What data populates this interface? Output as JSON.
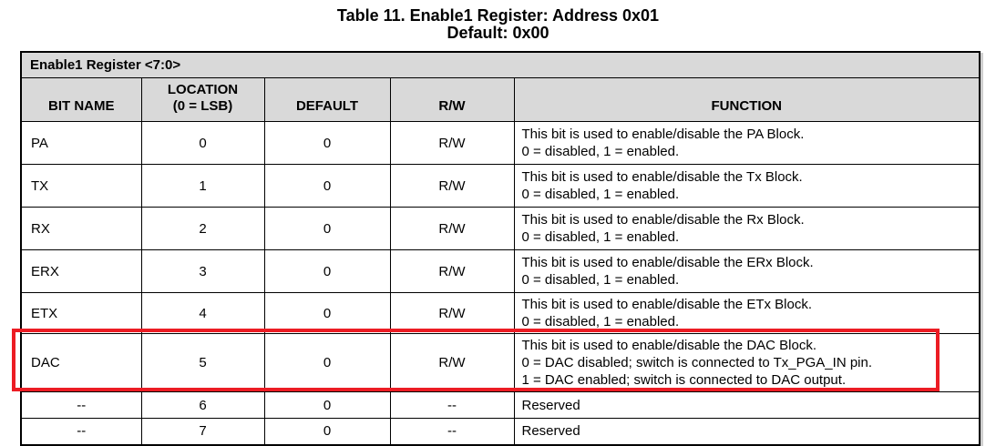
{
  "page": {
    "title_line1": "Table 11. Enable1 Register: Address 0x01",
    "title_line2": "Default: 0x00"
  },
  "colors": {
    "header_background": "#d9d9d9",
    "highlight_border": "#ec1c24",
    "table_border": "#000000"
  },
  "register_table": {
    "group_header": "Enable1 Register <7:0>",
    "columns": {
      "bit_name": "BIT NAME",
      "location_line1": "LOCATION",
      "location_line2": "(0 = LSB)",
      "default": "DEFAULT",
      "rw": "R/W",
      "function": "FUNCTION"
    },
    "rows": [
      {
        "bit_name": "PA",
        "location": "0",
        "default": "0",
        "rw": "R/W",
        "function_lines": [
          "This bit is used to enable/disable the PA Block.",
          "0 = disabled, 1 = enabled."
        ]
      },
      {
        "bit_name": "TX",
        "location": "1",
        "default": "0",
        "rw": "R/W",
        "function_lines": [
          "This bit is used to enable/disable the Tx Block.",
          "0 = disabled, 1 = enabled."
        ]
      },
      {
        "bit_name": "RX",
        "location": "2",
        "default": "0",
        "rw": "R/W",
        "function_lines": [
          "This bit is used to enable/disable the Rx Block.",
          "0 = disabled, 1 = enabled."
        ]
      },
      {
        "bit_name": "ERX",
        "location": "3",
        "default": "0",
        "rw": "R/W",
        "function_lines": [
          "This bit is used to enable/disable the ERx Block.",
          "0 = disabled, 1 = enabled."
        ]
      },
      {
        "bit_name": "ETX",
        "location": "4",
        "default": "0",
        "rw": "R/W",
        "function_lines": [
          "This bit is used to enable/disable the ETx Block.",
          "0 = disabled, 1 = enabled."
        ]
      },
      {
        "bit_name": "DAC",
        "location": "5",
        "default": "0",
        "rw": "R/W",
        "highlighted": true,
        "function_lines": [
          "This bit is used to enable/disable the DAC Block.",
          "0 = DAC disabled; switch is connected to Tx_PGA_IN pin.",
          "1 = DAC enabled; switch is connected to DAC output."
        ]
      },
      {
        "bit_name": "--",
        "location": "6",
        "default": "0",
        "rw": "--",
        "function_lines": [
          "Reserved"
        ]
      },
      {
        "bit_name": "--",
        "location": "7",
        "default": "0",
        "rw": "--",
        "function_lines": [
          "Reserved"
        ]
      }
    ]
  }
}
